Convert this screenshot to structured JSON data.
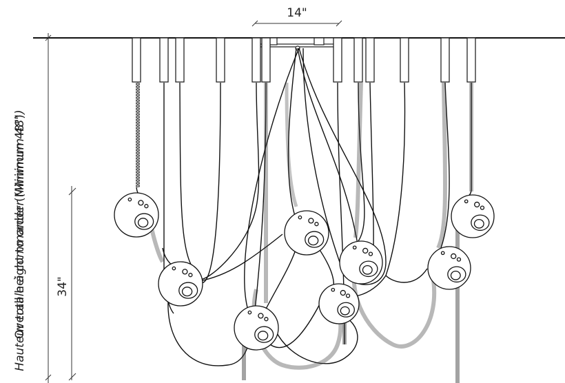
{
  "dimensions": {
    "top_width": "14\"",
    "drop_height": "34\""
  },
  "side_labels": {
    "english": "Overall height to order (Minimum 48\")",
    "french": "Hauteur totale à commander (Minimum 48\")"
  }
}
